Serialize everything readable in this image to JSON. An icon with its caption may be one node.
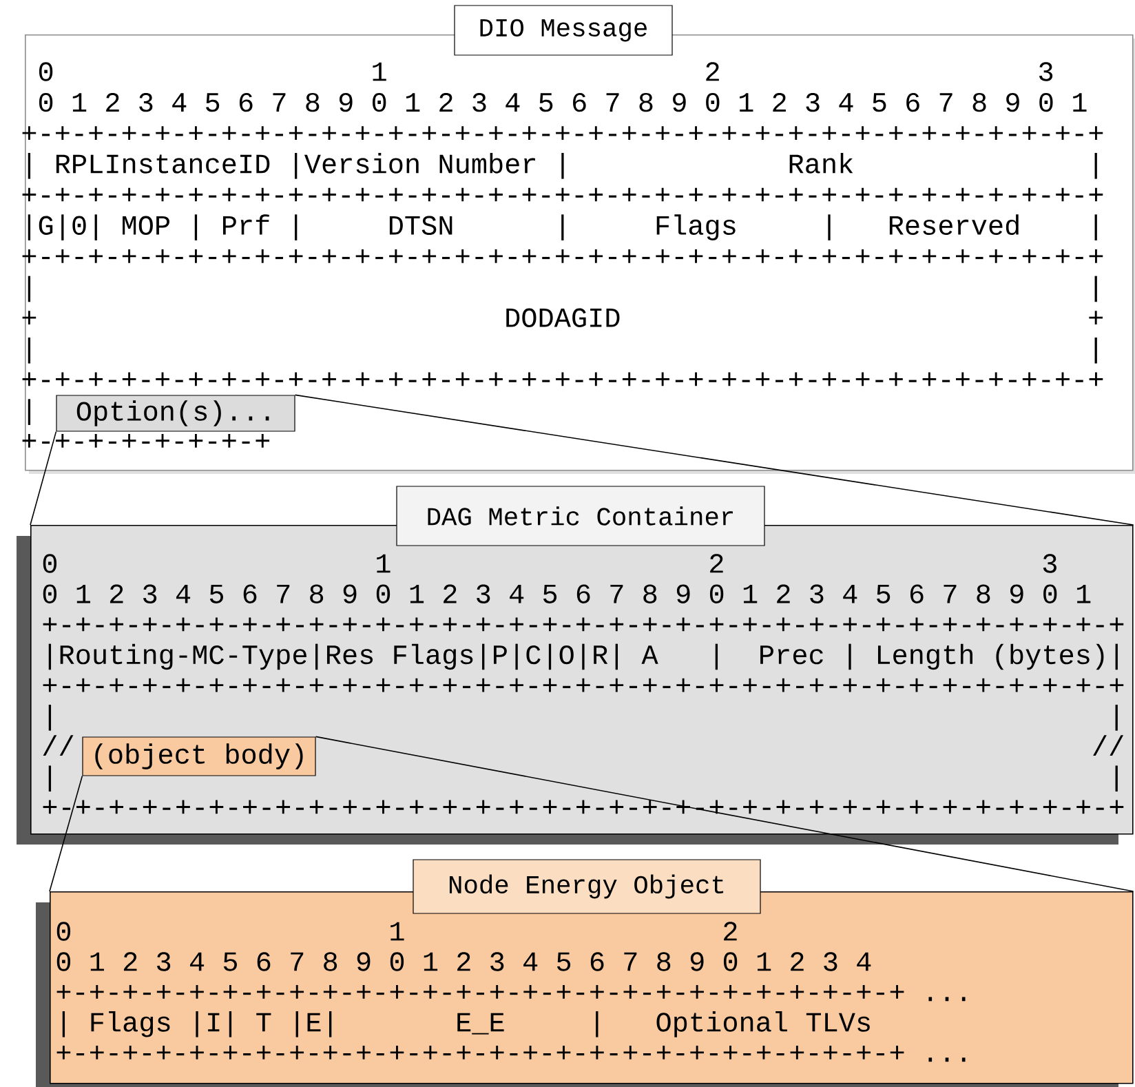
{
  "diagram": {
    "nodes": [
      {
        "text": [
          "DIO Message",
          "0",
          "1",
          "2",
          "3",
          "0 1 2 3 4 5 6 7 8 9 0 1 2 3 4 5 6 7 8 9 0 1 2 3 4 5 6 7 8 9 0 1",
          "+-+-+-+-+-+-+-+-+-+-+-+-+-+-+-+-+-+-+-+-+-+-+-+-+-+-+-+-+-+-+-+-+",
          "| RPLInstanceID |Version Number |",
          "Rank",
          "|",
          "+-+-+-+-+-+-+-+-+-+-+-+-+-+-+-+-+-+-+-+-+-+-+-+-+-+-+-+-+-+-+-+-+",
          "|G|0| MOP | Prf |",
          "DTSN",
          "|",
          "Flags",
          "|",
          "Reserved",
          "|",
          "+-+-+-+-+-+-+-+-+-+-+-+-+-+-+-+-+-+-+-+-+-+-+-+-+-+-+-+-+-+-+-+-+",
          "|",
          "|",
          "+",
          "DODAGID",
          "+",
          "|",
          "|",
          "+-+-+-+-+-+-+-+-+-+-+-+-+-+-+-+-+-+-+-+-+-+-+-+-+-+-+-+-+-+-+-+-+",
          "|",
          "+-+-+-+-+-+-+-+"
        ]
      },
      {
        "text": [
          "Option(s)..."
        ],
        "in": 0
      },
      {
        "text": [
          "DAG Metric Container",
          "0",
          "1",
          "2",
          "3",
          "0 1 2 3 4 5 6 7 8 9 0 1 2 3 4 5 6 7 8 9 0 1 2 3 4 5 6 7 8 9 0 1",
          "+-+-+-+-+-+-+-+-+-+-+-+-+-+-+-+-+-+-+-+-+-+-+-+-+-+-+-+-+-+-+-+-+",
          "|Routing-MC-Type|Res Flags|P|C|O|R|",
          "A",
          "|",
          "Prec",
          "|",
          "Length (bytes)|",
          "+-+-+-+-+-+-+-+-+-+-+-+-+-+-+-+-+-+-+-+-+-+-+-+-+-+-+-+-+-+-+-+-+",
          "|",
          "|",
          "//",
          "//",
          "|",
          "|",
          "+-+-+-+-+-+-+-+-+-+-+-+-+-+-+-+-+-+-+-+-+-+-+-+-+-+-+-+-+-+-+-+-+"
        ]
      },
      {
        "text": [
          "(object body)"
        ],
        "in": 2
      },
      {
        "text": [
          "Node Energy Object",
          "0",
          "1",
          "2",
          "0 1 2 3 4 5 6 7 8 9 0 1 2 3 4 5 6 7 8 9 0 1 2 3 4",
          "+-+-+-+-+-+-+-+-+-+-+-+-+-+-+-+-+-+-+-+-+-+-+-+-+-+",
          "...",
          "| Flags |I| T |E|",
          "E_E",
          "|",
          "Optional TLVs",
          "+-+-+-+-+-+-+-+-+-+-+-+-+-+-+-+-+-+-+-+-+-+-+-+-+-+",
          "..."
        ]
      }
    ],
    "edges": [
      {
        "from": 1,
        "to": 2,
        "arrow": "none"
      },
      {
        "from": 1,
        "to": 2,
        "arrow": "none"
      },
      {
        "from": 3,
        "to": 4,
        "arrow": "none"
      },
      {
        "from": 3,
        "to": 4,
        "arrow": "none"
      }
    ]
  }
}
